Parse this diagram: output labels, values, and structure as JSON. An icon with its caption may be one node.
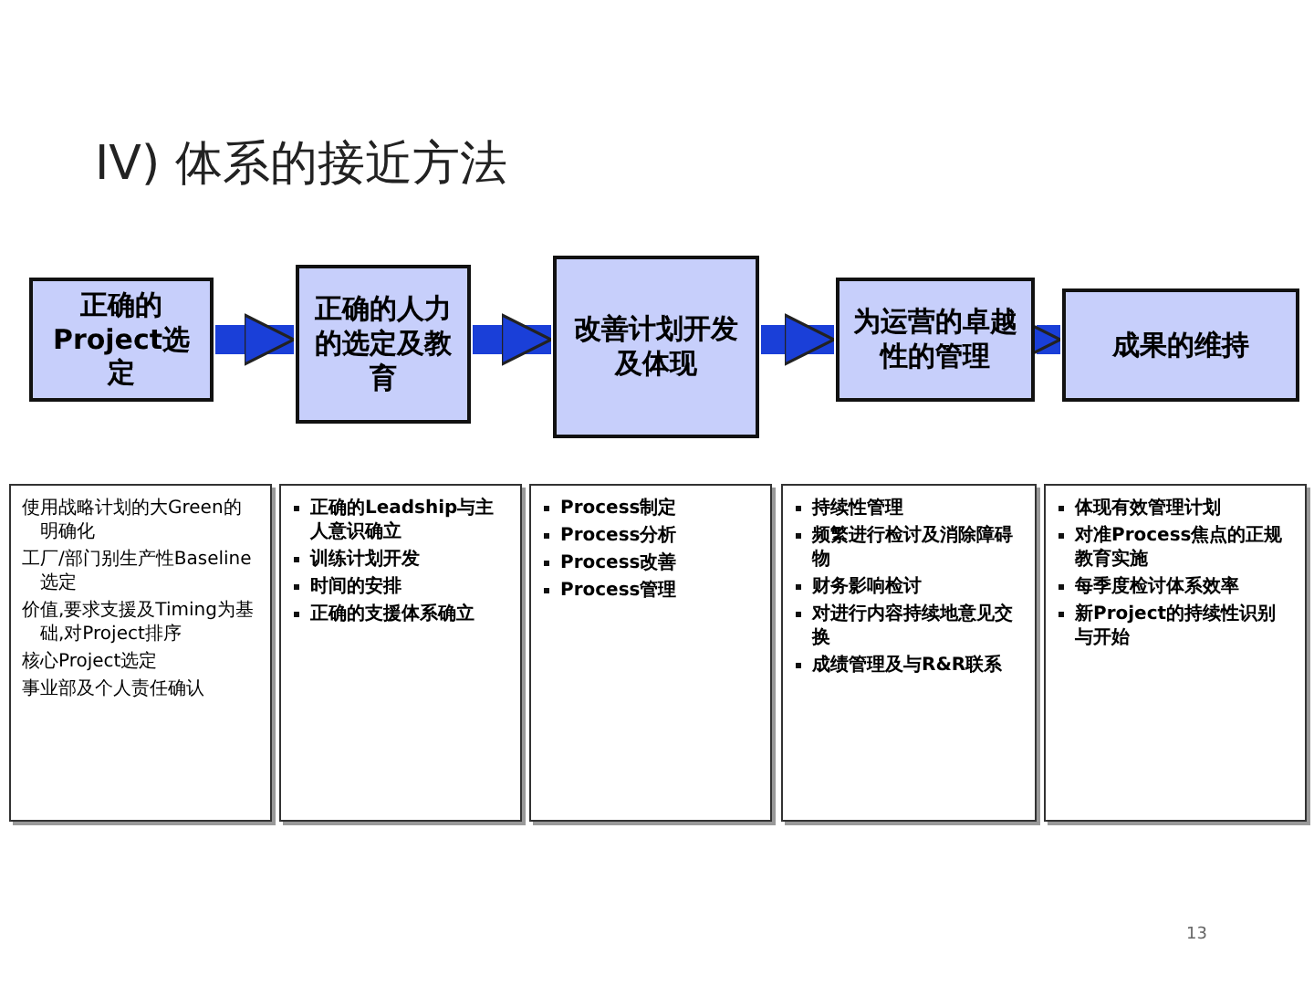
{
  "diagram": {
    "title": "IV) 体系的接近方法",
    "nodes": [
      {
        "text": [
          "正确的Project选定"
        ]
      },
      {
        "text": [
          "正确的人力的选定及教育"
        ]
      },
      {
        "text": [
          "改善计划开发及体现"
        ]
      },
      {
        "text": [
          "为运营的卓越性的管理"
        ]
      },
      {
        "text": [
          "成果的维持"
        ]
      },
      {
        "text": [
          "使用战略计划的大Green的明确化",
          "工厂/部门别生产性Baseline选定",
          "价值,要求支援及Timing为基础,对Project排序",
          "核心Project选定",
          "事业部及个人责任确认"
        ]
      },
      {
        "text": [
          "正确的Leadship与主人意识确立",
          "训练计划开发",
          "时间的安排",
          "正确的支援体系确立"
        ]
      },
      {
        "text": [
          "Process制定",
          "Process分析",
          "Process改善",
          "Process管理"
        ]
      },
      {
        "text": [
          "持续性管理",
          "频繁进行检讨及消除障碍物",
          "财务影响检讨",
          "对进行内容持续地意见交换",
          "成绩管理及与R&R联系"
        ]
      },
      {
        "text": [
          "体现有效管理计划",
          "对准Process焦点的正规教育实施",
          "每季度检讨体系效率",
          "新Project的持续性识别与开始"
        ]
      }
    ],
    "edges": [
      {
        "from": 0,
        "to": 1,
        "arrow": "to"
      },
      {
        "from": 1,
        "to": 2,
        "arrow": "to"
      },
      {
        "from": 2,
        "to": 3,
        "arrow": "to"
      },
      {
        "from": 3,
        "to": 4,
        "arrow": "to"
      }
    ],
    "labels": [
      "13"
    ]
  }
}
